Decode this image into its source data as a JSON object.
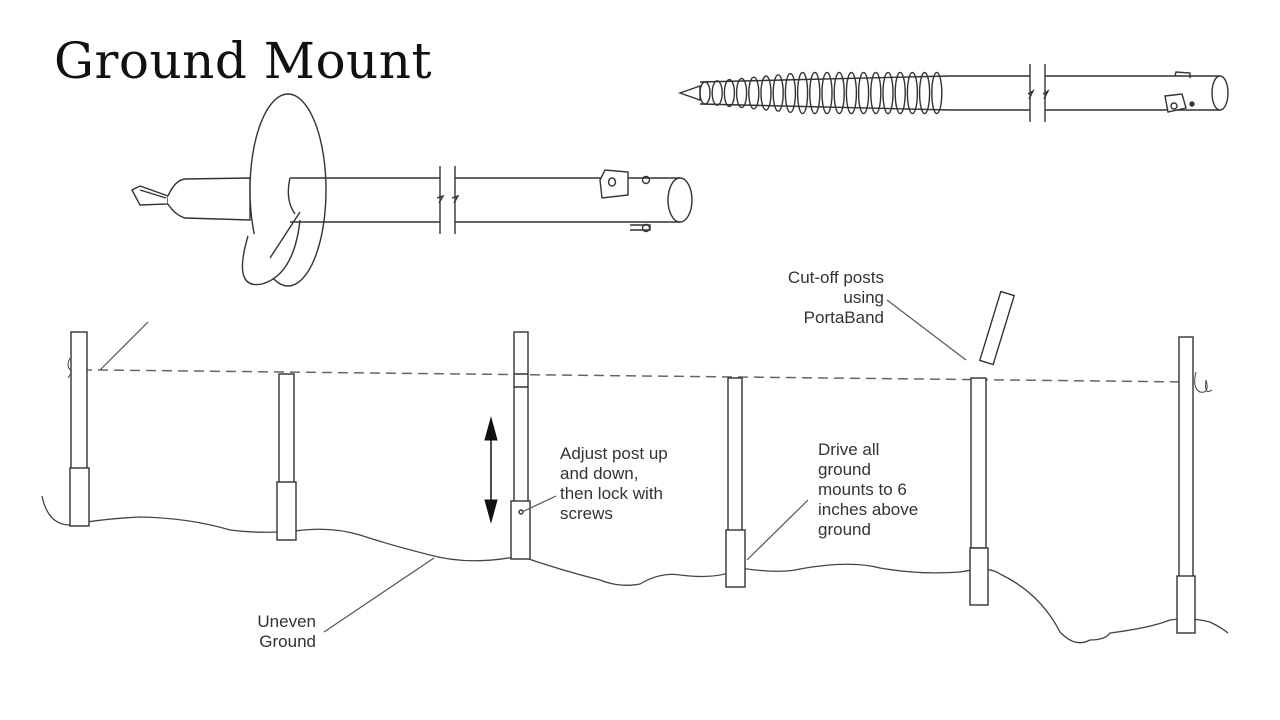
{
  "title": "Ground Mount",
  "labels": {
    "cutoff": "Cut-off posts\nusing\nPortaBand",
    "adjust": "Adjust post up\nand down,\nthen lock with\nscrews",
    "drive": "Drive all\nground\nmounts to 6\ninches above\nground",
    "uneven": "Uneven\nGround"
  },
  "illustrations": {
    "helical_pile": "helical-plate ground mount",
    "screw_pile": "threaded screw ground mount",
    "post_count": 6
  }
}
